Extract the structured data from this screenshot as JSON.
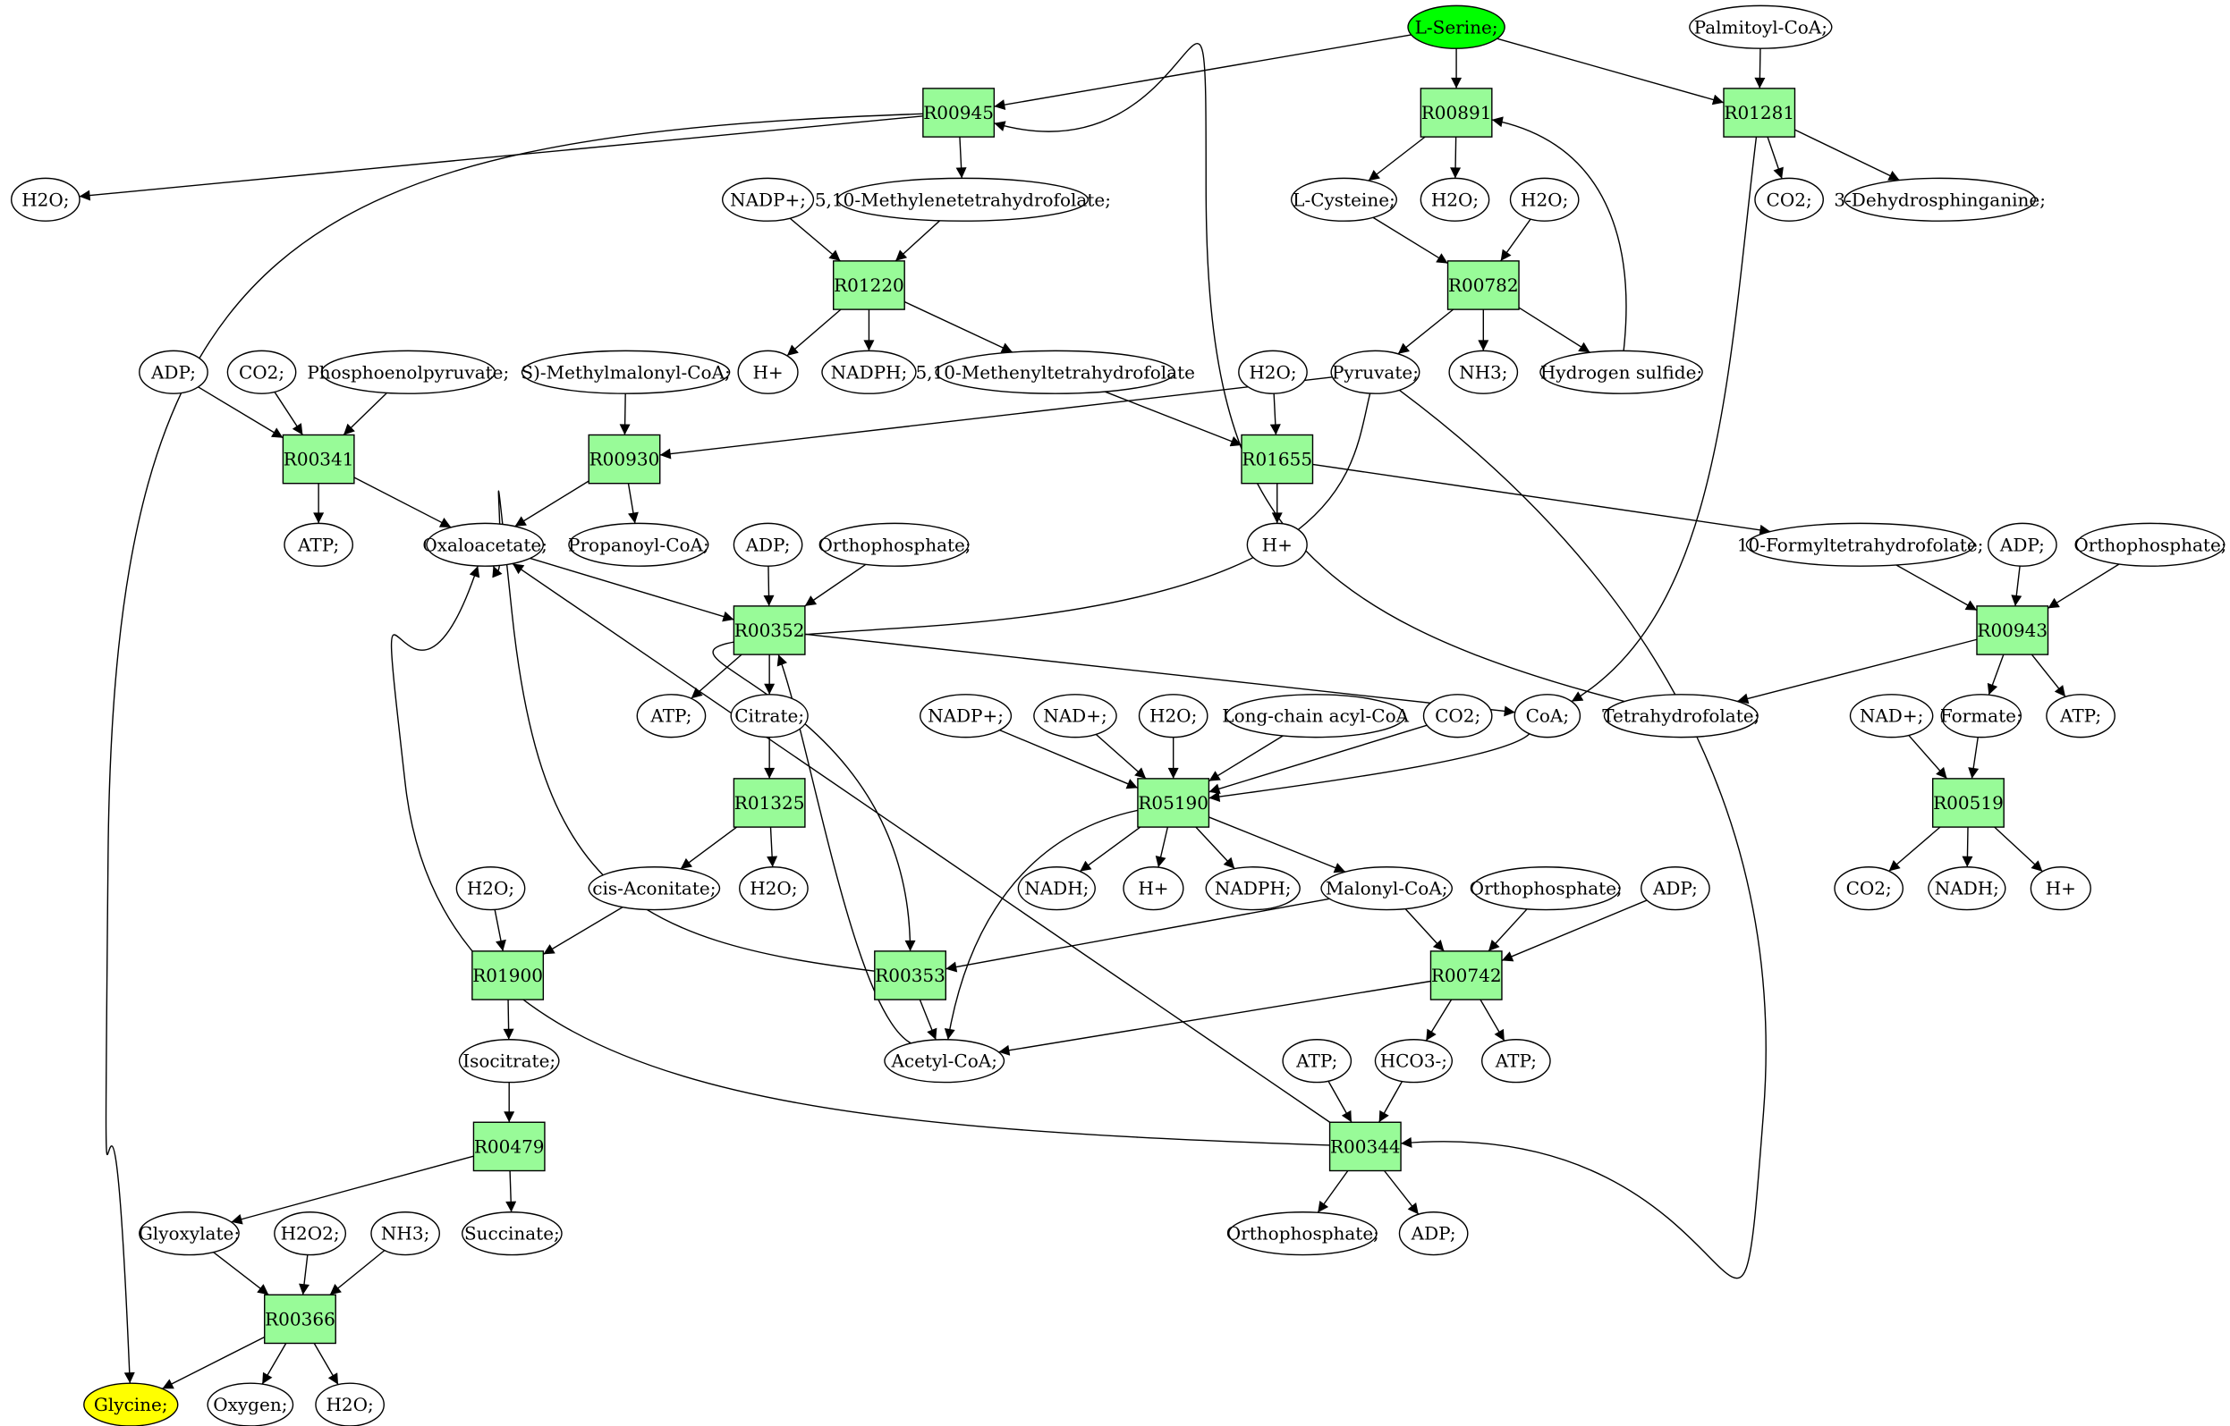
{
  "colors": {
    "reaction": "#98fb98",
    "source": "#00ff00",
    "target": "#ffff00"
  },
  "nodes": {
    "L_Serine": "L-Serine;",
    "Palmitoyl_CoA": "Palmitoyl-CoA;",
    "R00945": "R00945",
    "R00891": "R00891",
    "R01281": "R01281",
    "H2O_a": "H2O;",
    "Methylenetetrahydrofolate": "5,10-Methylenetetrahydrofolate;",
    "NADPplus_a": "NADP+;",
    "L_Cysteine": "L-Cysteine;",
    "H2O_b": "H2O;",
    "H2O_c": "H2O;",
    "CO2_a": "CO2;",
    "Dehydrosphinganine": "3-Dehydrosphinganine;",
    "R01220": "R01220",
    "R00782": "R00782",
    "ADP_a": "ADP;",
    "CO2_b": "CO2;",
    "Phosphoenolpyruvate": "Phosphoenolpyruvate;",
    "Methylmalonyl_CoA": "S)-Methylmalonyl-CoA;",
    "Hplus_a": "H+",
    "NADPH_a": "NADPH;",
    "Methenyltetrahydrofolate": "5,10-Methenyltetrahydrofolate",
    "H2O_d": "H2O;",
    "Pyruvate": "Pyruvate;",
    "NH3_a": "NH3;",
    "Hydrogen_sulfide": "Hydrogen sulfide;",
    "R00341": "R00341",
    "R00930": "R00930",
    "R01655": "R01655",
    "ATP_a": "ATP;",
    "Oxaloacetate": "Oxaloacetate;",
    "Propanoyl_CoA": "Propanoyl-CoA;",
    "ADP_b": "ADP;",
    "Orthophosphate_a": "Orthophosphate;",
    "Hplus_b": "H+",
    "Formyltetrahydrofolate": "10-Formyltetrahydrofolate;",
    "ADP_c": "ADP;",
    "Orthophosphate_b": "Orthophosphate;",
    "R00352": "R00352",
    "R00943": "R00943",
    "ATP_b": "ATP;",
    "Citrate": "Citrate;",
    "NADPplus_b": "NADP+;",
    "NADplus_a": "NAD+;",
    "H2O_e": "H2O;",
    "Long_chain_acyl_CoA": "Long-chain acyl-CoA",
    "CO2_c": "CO2;",
    "CoA": "CoA;",
    "Tetrahydrofolate": "Tetrahydrofolate;",
    "NADplus_b": "NAD+;",
    "Formate": "Formate;",
    "ATP_c": "ATP;",
    "R01325": "R01325",
    "R05190": "R05190",
    "R00519": "R00519",
    "H2O_f": "H2O;",
    "cis_Aconitate": "cis-Aconitate;",
    "H2O_g": "H2O;",
    "NADH_a": "NADH;",
    "Hplus_c": "H+",
    "NADPH_b": "NADPH;",
    "Malonyl_CoA": "Malonyl-CoA;",
    "Orthophosphate_c": "Orthophosphate;",
    "ADP_d": "ADP;",
    "CO2_d": "CO2;",
    "NADH_b": "NADH;",
    "Hplus_d": "H+",
    "R01900": "R01900",
    "R00353": "R00353",
    "R00742": "R00742",
    "Isocitrate": "Isocitrate;",
    "Acetyl_CoA": "Acetyl-CoA;",
    "ATP_d": "ATP;",
    "HCO3": "HCO3-;",
    "ATP_e": "ATP;",
    "R00479": "R00479",
    "R00344": "R00344",
    "Glyoxylate": "Glyoxylate;",
    "H2O2": "H2O2;",
    "NH3_b": "NH3;",
    "Succinate": "Succinate;",
    "Orthophosphate_d": "Orthophosphate;",
    "ADP_e": "ADP;",
    "R00366": "R00366",
    "Glycine": "Glycine;",
    "Oxygen": "Oxygen;",
    "H2O_h": "H2O;"
  }
}
